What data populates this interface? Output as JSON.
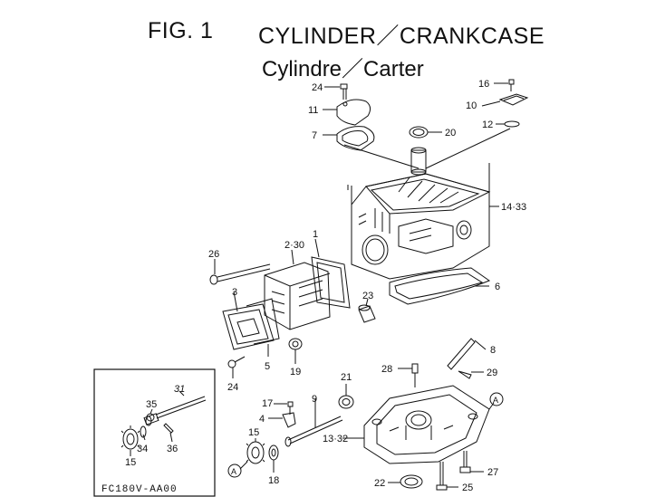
{
  "title": {
    "fig": "FIG.  1",
    "main": "CYLINDER／CRANKCASE",
    "sub": "Cylindre／Carter"
  },
  "code": "FC180V-AA00",
  "labels": {
    "l1": "1",
    "l2_30": "2·30",
    "l3": "3",
    "l4": "4",
    "l5": "5",
    "l6": "6",
    "l7": "7",
    "l8": "8",
    "l9": "9",
    "l10": "10",
    "l11": "11",
    "l12": "12",
    "l13_32": "13·32",
    "l14_33": "14·33",
    "l15a": "15",
    "l15b": "15",
    "l16": "16",
    "l17": "17",
    "l18": "18",
    "l19": "19",
    "l20": "20",
    "l21": "21",
    "l22": "22",
    "l23": "23",
    "l24a": "24",
    "l24b": "24",
    "l25": "25",
    "l26": "26",
    "l27": "27",
    "l28": "28",
    "l29": "29",
    "l31": "31",
    "l34": "34",
    "l35": "35",
    "l36": "36",
    "markA1": "A",
    "markA2": "A"
  }
}
